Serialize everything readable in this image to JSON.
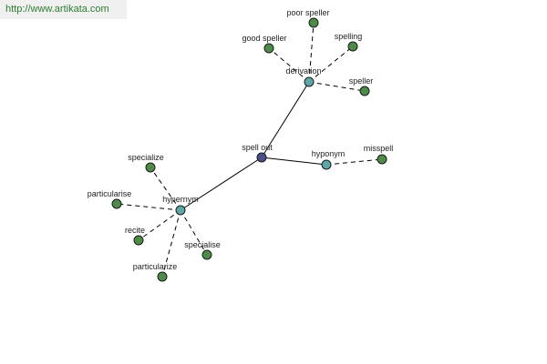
{
  "watermark": "http://www.artikata.com",
  "colors": {
    "leaf": "#4e8b48",
    "relation": "#5fa6a6",
    "root": "#4a4f8c"
  },
  "nodes": {
    "root": {
      "label": "spell out"
    },
    "derivation": {
      "label": "derivation"
    },
    "hypernym": {
      "label": "hypernym"
    },
    "hyponym": {
      "label": "hyponym"
    },
    "poor_speller": {
      "label": "poor speller"
    },
    "good_speller": {
      "label": "good speller"
    },
    "spelling": {
      "label": "spelling"
    },
    "speller": {
      "label": "speller"
    },
    "misspell": {
      "label": "misspell"
    },
    "specialize": {
      "label": "specialize"
    },
    "particularise": {
      "label": "particularise"
    },
    "recite": {
      "label": "recite"
    },
    "specialise": {
      "label": "specialise"
    },
    "particularize": {
      "label": "particularize"
    }
  }
}
